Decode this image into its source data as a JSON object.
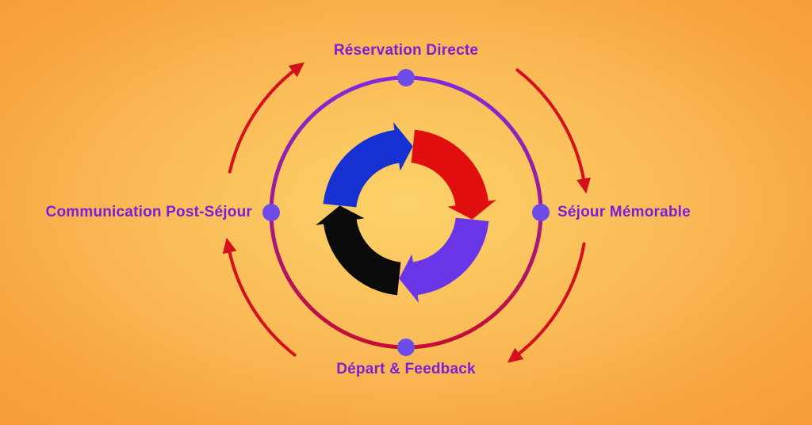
{
  "diagram": {
    "type": "cycle",
    "flow_direction": "clockwise",
    "nodes": [
      {
        "label": "Réservation Directe",
        "position": "top"
      },
      {
        "label": "Séjour Mémorable",
        "position": "right"
      },
      {
        "label": "Départ & Feedback",
        "position": "bottom"
      },
      {
        "label": "Communication Post-Séjour",
        "position": "left"
      }
    ],
    "segments": [
      {
        "name": "top-left",
        "color": "#1630d2"
      },
      {
        "name": "top-right",
        "color": "#e00e0e"
      },
      {
        "name": "bottom-right",
        "color": "#6a35e6"
      },
      {
        "name": "bottom-left",
        "color": "#0b0b0b"
      }
    ],
    "colors": {
      "background_center": "#fcd269",
      "background_edge": "#f69c38",
      "label_text": "#7a1fd6",
      "ring_gradient_top": "#7d2ae2",
      "ring_gradient_bottom": "#c50d2e",
      "node_dot": "#6c4be6",
      "flow_arrow": "#d4101c"
    }
  }
}
